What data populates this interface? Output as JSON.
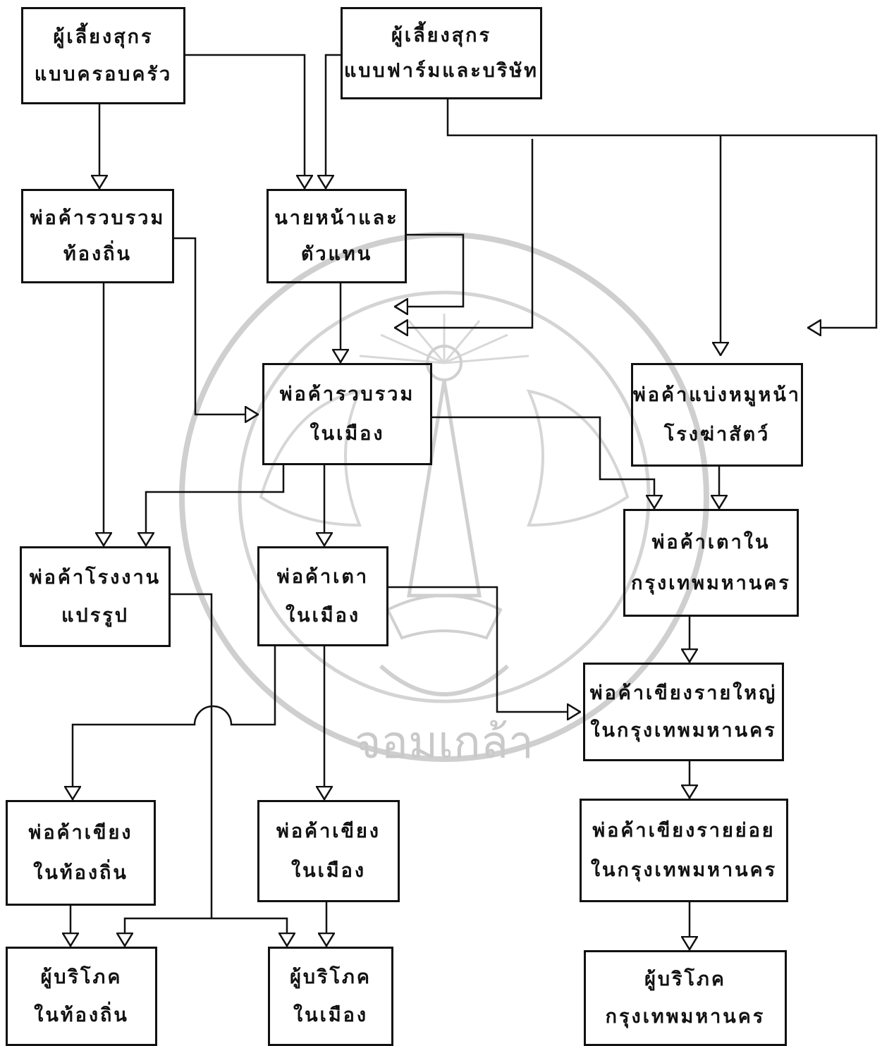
{
  "nodes": {
    "family_farmer": {
      "line1": "ผู้เลี้ยงสุกร",
      "line2": "แบบครอบครัว"
    },
    "company_farmer": {
      "line1": "ผู้เลี้ยงสุกร",
      "line2": "แบบฟาร์มและบริษัท"
    },
    "local_collector": {
      "line1": "พ่อค้ารวบรวม",
      "line2": "ท้องถิ่น"
    },
    "broker_agent": {
      "line1": "นายหน้าและ",
      "line2": "ตัวแทน"
    },
    "city_collector": {
      "line1": "พ่อค้ารวบรวม",
      "line2": "ในเมือง"
    },
    "slaughter_divider": {
      "line1": "พ่อค้าแบ่งหมูหน้า",
      "line2": "โรงฆ่าสัตว์"
    },
    "processing_plant": {
      "line1": "พ่อค้าโรงงาน",
      "line2": "แปรรูป"
    },
    "city_stall": {
      "line1": "พ่อค้าเตา",
      "line2": "ในเมือง"
    },
    "bkk_stall": {
      "line1": "พ่อค้าเตาใน",
      "line2": "กรุงเทพมหานคร"
    },
    "bkk_wholesale": {
      "line1": "พ่อค้าเขียงรายใหญ่",
      "line2": "ในกรุงเทพมหานคร"
    },
    "local_butcher": {
      "line1": "พ่อค้าเขียง",
      "line2": "ในท้องถิ่น"
    },
    "city_butcher": {
      "line1": "พ่อค้าเขียง",
      "line2": "ในเมือง"
    },
    "bkk_retail": {
      "line1": "พ่อค้าเขียงรายย่อย",
      "line2": "ในกรุงเทพมหานคร"
    },
    "local_consumer": {
      "line1": "ผู้บริโภค",
      "line2": "ในท้องถิ่น"
    },
    "city_consumer": {
      "line1": "ผู้บริโภค",
      "line2": "ในเมือง"
    },
    "bkk_consumer": {
      "line1": "ผู้บริโภค",
      "line2": "กรุงเทพมหานคร"
    }
  },
  "watermark": {
    "text": "จอมเกล้า",
    "color": "#c9c9c9"
  },
  "colors": {
    "line": "#111111"
  }
}
